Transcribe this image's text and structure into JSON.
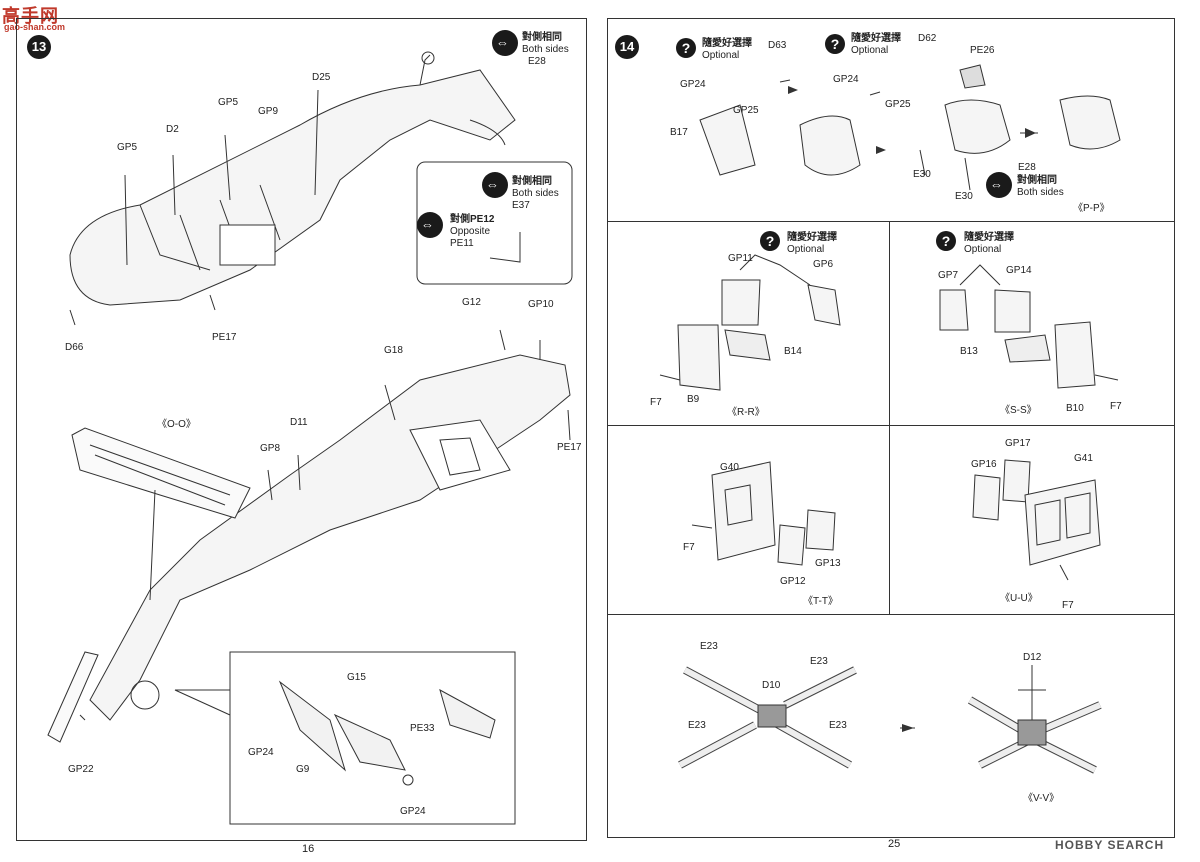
{
  "watermark_top": {
    "logo": "高手网",
    "url": "gao-shan.com"
  },
  "left_page": {
    "step": "13",
    "page_number": "16",
    "labels": {
      "d25": "D25",
      "gp5a": "GP5",
      "gp9": "GP9",
      "d2": "D2",
      "gp5b": "GP5",
      "both_cjk_1": "對側相同",
      "both_en_1": "Both sides",
      "e28": "E28",
      "both_cjk_2": "對側相同",
      "both_en_2": "Both sides",
      "e37": "E37",
      "opp_cjk": "對側PE12",
      "opp_en": "Opposite",
      "pe11": "PE11",
      "d66": "D66",
      "pe17a": "PE17",
      "g12": "G12",
      "gp10": "GP10",
      "g18": "G18",
      "pe17b": "PE17",
      "oo": "《O-O》",
      "d11": "D11",
      "gp8": "GP8",
      "gp22": "GP22",
      "g15": "G15",
      "pe33": "PE33",
      "gp24a": "GP24",
      "g9": "G9",
      "gp24b": "GP24"
    }
  },
  "right_page": {
    "step": "14",
    "page_number": "25",
    "pp": {
      "optional_cjk_1": "隨愛好選擇",
      "optional_en_1": "Optional",
      "optional_cjk_2": "隨愛好選擇",
      "optional_en_2": "Optional",
      "d63": "D63",
      "gp24a": "GP24",
      "gp25a": "GP25",
      "b17": "B17",
      "d62": "D62",
      "gp24b": "GP24",
      "gp25b": "GP25",
      "pe26": "PE26",
      "e30a": "E30",
      "e30b": "E30",
      "e28": "E28",
      "both_cjk": "對側相同",
      "both_en": "Both sides",
      "section": "《P-P》"
    },
    "rr": {
      "optional_cjk": "隨愛好選擇",
      "optional_en": "Optional",
      "gp11": "GP11",
      "gp6": "GP6",
      "b14": "B14",
      "f7": "F7",
      "b9": "B9",
      "section": "《R-R》"
    },
    "ss": {
      "optional_cjk": "隨愛好選擇",
      "optional_en": "Optional",
      "gp7": "GP7",
      "gp14": "GP14",
      "b13": "B13",
      "b10": "B10",
      "f7": "F7",
      "section": "《S-S》"
    },
    "tt": {
      "g40": "G40",
      "f7": "F7",
      "gp12": "GP12",
      "gp13": "GP13",
      "section": "《T-T》"
    },
    "uu": {
      "gp16": "GP16",
      "gp17": "GP17",
      "g41": "G41",
      "f7": "F7",
      "section": "《U-U》"
    },
    "vv": {
      "e23a": "E23",
      "e23b": "E23",
      "d10": "D10",
      "e23c": "E23",
      "e23d": "E23",
      "d12": "D12",
      "section": "《V-V》"
    }
  },
  "watermark_bottom": {
    "logo": "HOBBY SEARCH"
  }
}
